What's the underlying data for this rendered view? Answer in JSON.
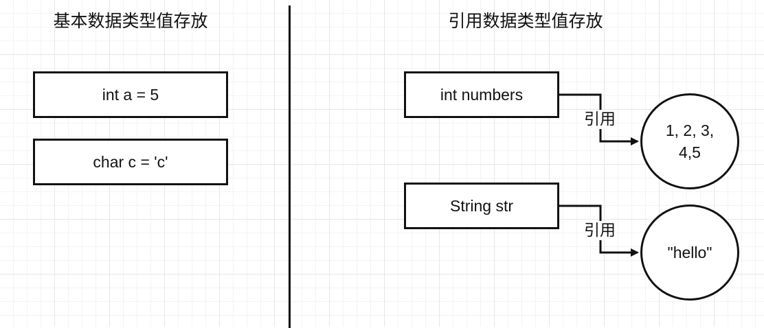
{
  "titles": {
    "primitive": "基本数据类型值存放",
    "reference": "引用数据类型值存放"
  },
  "primitive_boxes": {
    "int_a": "int a = 5",
    "char_c": "char c = 'c'"
  },
  "reference_boxes": {
    "int_numbers": "int numbers",
    "string_str": "String str"
  },
  "heap_values": {
    "array_line1": "1, 2, 3,",
    "array_line2": "4,5",
    "hello": "\"hello\""
  },
  "reference_labels": {
    "numbers_ref": "引用",
    "str_ref": "引用"
  }
}
